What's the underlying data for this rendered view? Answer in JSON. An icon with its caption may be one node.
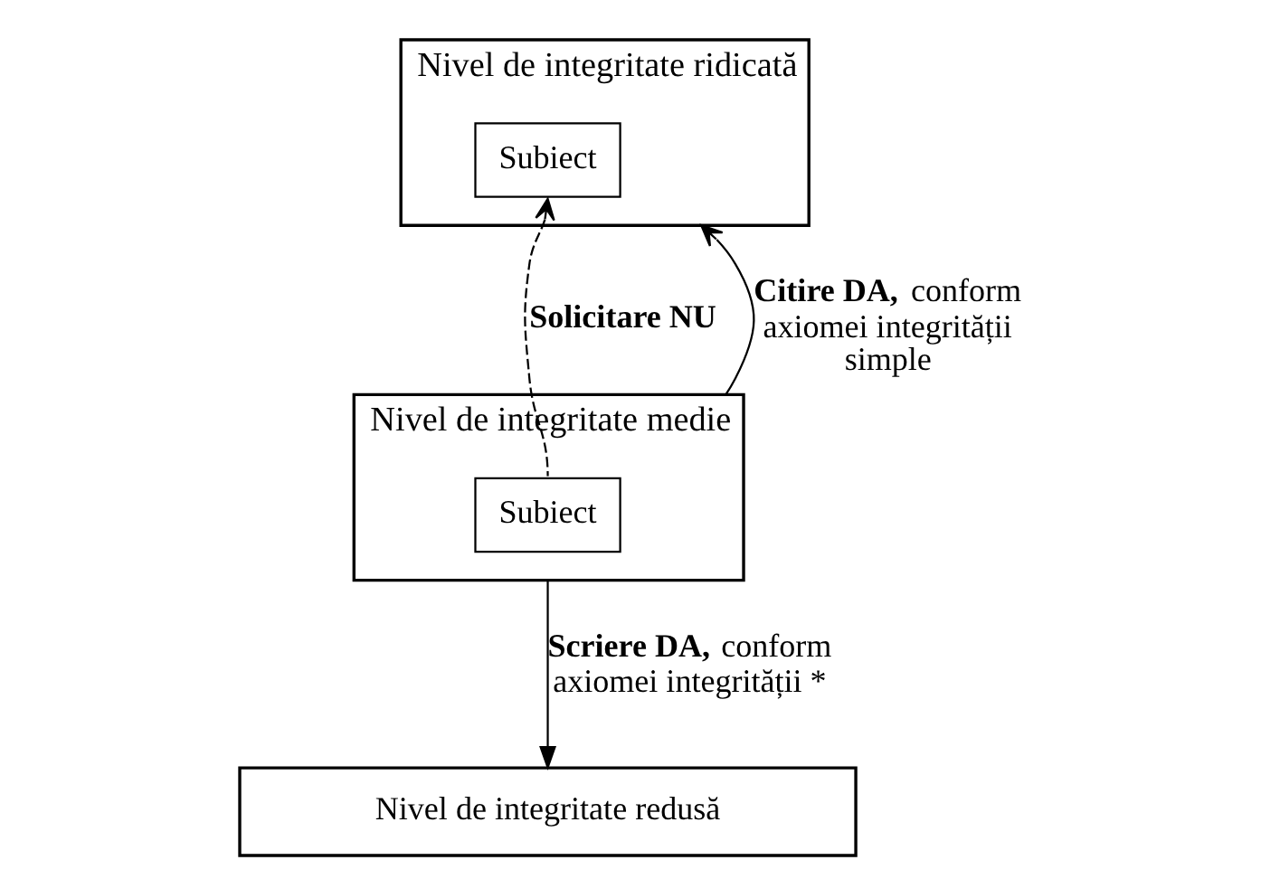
{
  "diagram": {
    "nodes": [
      {
        "text": [
          "Nivel de integritate ridicată"
        ]
      },
      {
        "text": [
          "Subiect"
        ],
        "in": 0
      },
      {
        "text": [
          "Nivel de integritate medie"
        ]
      },
      {
        "text": [
          "Subiect"
        ],
        "in": 2
      },
      {
        "text": [
          "Nivel de integritate redusă"
        ]
      }
    ],
    "edges": [
      {
        "from": 2,
        "to": 0,
        "arrow": "to",
        "label": "**Citire DA,** conform axiomei integrității simple"
      },
      {
        "from": 3,
        "to": 1,
        "arrow": "to",
        "style": "dashed",
        "label": "**Solicitare NU**"
      },
      {
        "from": 2,
        "to": 4,
        "arrow": "to",
        "label": "**Scriere DA,** conform axiomei integrității *"
      }
    ]
  }
}
